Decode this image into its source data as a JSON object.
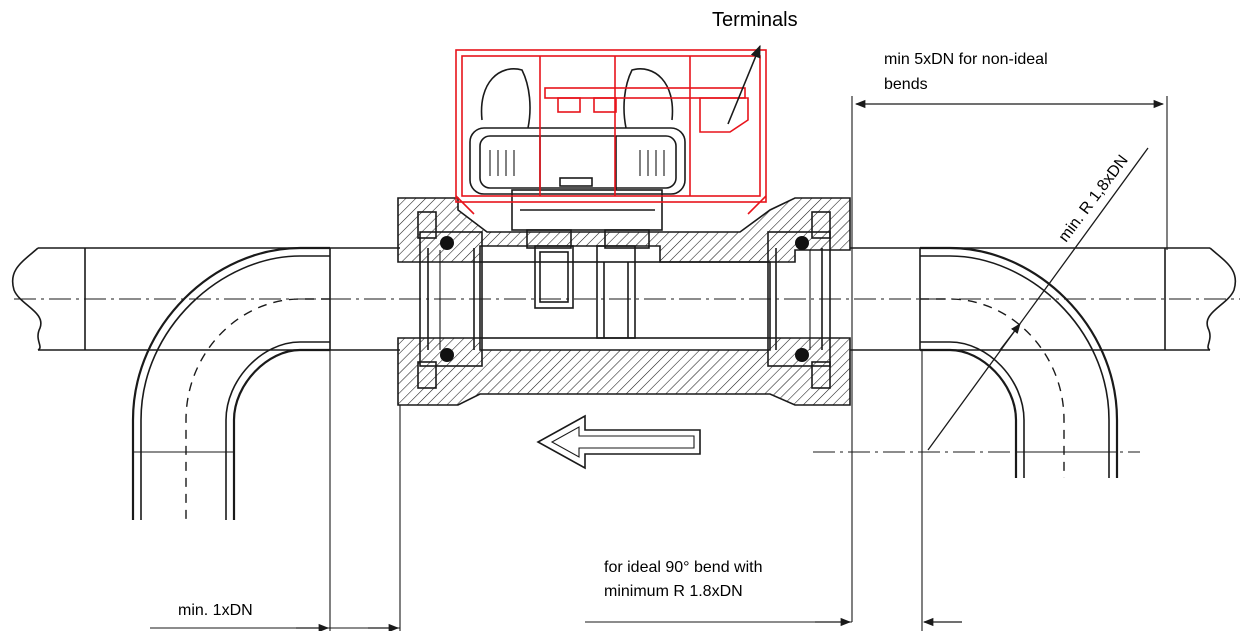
{
  "labels": {
    "terminals": "Terminals",
    "non_ideal_line1": "min 5xDN for non-ideal",
    "non_ideal_line2": "bends",
    "radius": "min. R 1,8xDN",
    "ideal_line1": "for ideal 90° bend with",
    "ideal_line2": "minimum R 1.8xDN",
    "min_inlet": "min. 1xDN"
  },
  "colors": {
    "line": "#1a1a1a",
    "terminal_box": "#e8141c"
  },
  "icons": [
    "flow-direction-arrow-icon",
    "o-ring-seal-icon"
  ]
}
